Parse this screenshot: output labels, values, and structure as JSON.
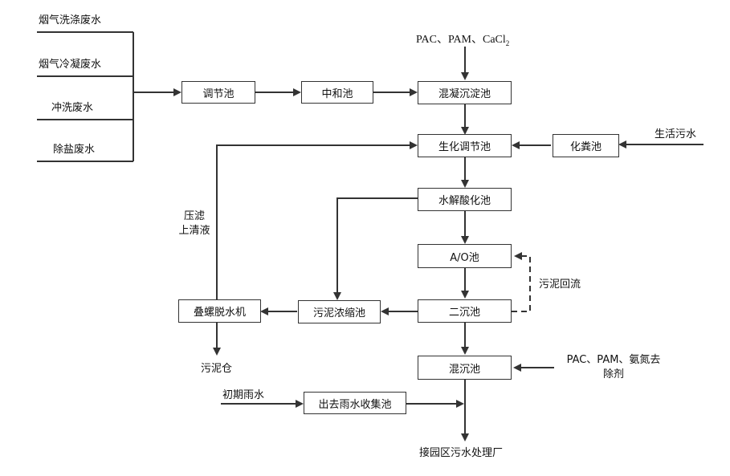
{
  "inputs": {
    "flue_gas_wash": "烟气洗涤废水",
    "flue_gas_cool": "烟气冷凝废水",
    "flush": "冲洗废水",
    "desalt": "除盐废水",
    "domestic": "生活污水",
    "early_rain": "初期雨水"
  },
  "units": {
    "regulating": "调节池",
    "neutral": "中和池",
    "coag": "混凝沉淀池",
    "biochem": "生化调节池",
    "septic": "化粪池",
    "hydrolysis": "水解酸化池",
    "ao": "A/O池",
    "secondary": "二沉池",
    "mix": "混沉池",
    "thickener": "污泥浓缩池",
    "dewater": "叠螺脱水机",
    "rain_tank": "出去雨水收集池"
  },
  "chemicals": {
    "top_prefix": "PAC、PAM、CaCl",
    "top_sub": "2",
    "right_line1": "PAC、PAM、氨氮去",
    "right_line2": "除剂"
  },
  "labels": {
    "filtrate_line1": "压滤",
    "filtrate_line2": "上清液",
    "sludge_return": "污泥回流",
    "sludge_bin": "污泥仓",
    "outlet": "接园区污水处理厂"
  }
}
